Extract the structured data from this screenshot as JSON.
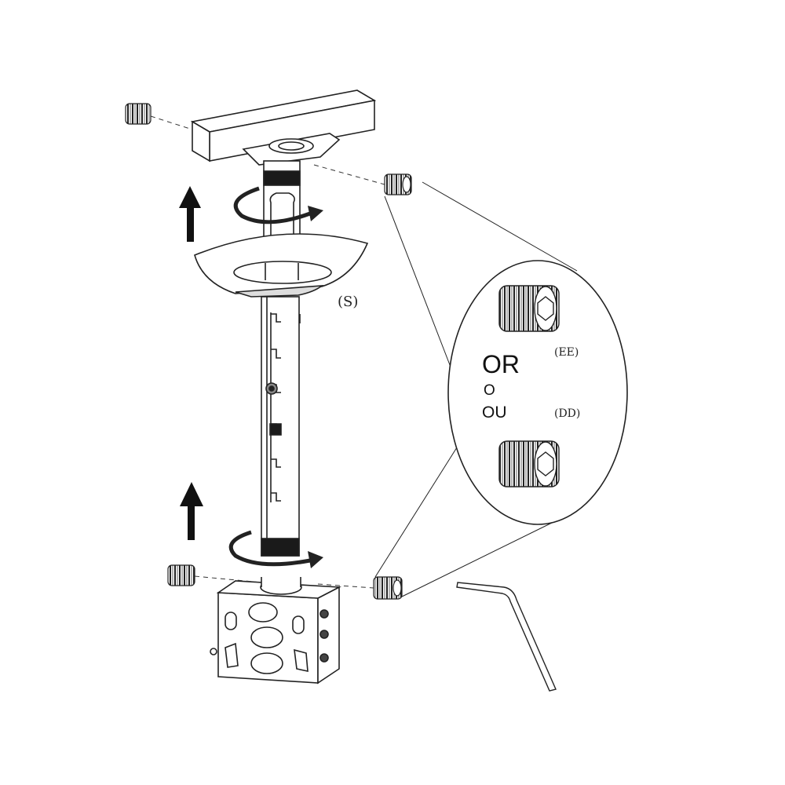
{
  "labels": {
    "part_s": "(S)",
    "part_ee": "(EE)",
    "part_dd": "(DD)",
    "or_en": "OR",
    "or_es": "O",
    "or_fr": "OU"
  },
  "icons": {
    "up_arrow_top": "arrow-up-icon",
    "up_arrow_bottom": "arrow-up-icon",
    "rotate_top": "rotate-arrow-icon",
    "rotate_bottom": "rotate-arrow-icon",
    "allen_key": "hex-key-icon"
  },
  "colors": {
    "line": "#222222",
    "fill": "#ffffff",
    "dark_band": "#1a1a1a"
  }
}
